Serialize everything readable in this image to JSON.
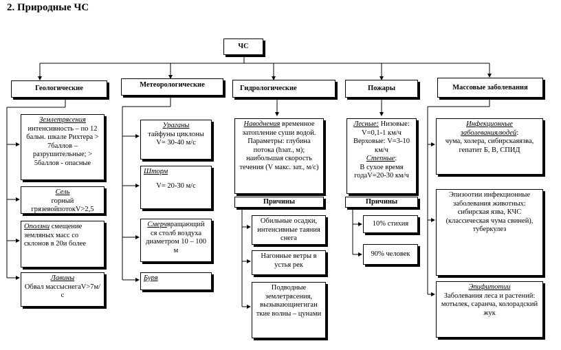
{
  "title": "2. Природные ЧС",
  "root": "ЧС",
  "categories": {
    "geo": "Геологические",
    "meteo": "Метеорологические",
    "hydro": "Гидрологические",
    "fire": "Пожары",
    "mass": "Массовые заболевания"
  },
  "geo": {
    "quake_title": "Землетрясения",
    "quake_text": "интенсивность – по 12 бальн. шкале Рихтера > 7баллов – разрушительные; > 5баллов - опасные",
    "sel_title": "Сель",
    "sel_text": "горный грязевойпотокV>2,5",
    "slide_title": "Оползни",
    "slide_text": "смещение земляных масс со склонов в 20и более",
    "aval_title": "Лавины",
    "aval_text": "Обвал массыснегаV>7м/с"
  },
  "meteo": {
    "hurricane_title": "Ураганы",
    "hurricane_text": "тайфуны циклоны V= 30-40 м/с",
    "storm_title": "Шторм",
    "storm_text": "V= 20-30 м/с",
    "tornado_title": "Смерч",
    "tornado_text": "вращающий ся столб воздуха диаметром 10 – 100 м",
    "buria_title": "Буря"
  },
  "hydro": {
    "flood_title": "Наводнения",
    "flood_text": "временное затопление суши водой. Параметры: глубина потока (hзат., м); наибольшая скорость течения (V макс. зат., м/с)",
    "causes": "Причины",
    "cause1": "Обильные осадки, интенсивные таяния снега",
    "cause2": "Нагонные ветры в устья рек",
    "cause3": "Подводные землетрясения, вызывающиегиган ткие волны – цунами"
  },
  "fire": {
    "forest_title": "Лесные:",
    "forest_text1": "Низовые: V=0,1-1 км/ч",
    "forest_text2": "Верховые: V=3-10 км/ч",
    "steppe_title": "Степные",
    "steppe_text": "В сухое время годаV=20-30 км/ч",
    "causes": "Причины",
    "cause1": "10% стихия",
    "cause2": "90% человек"
  },
  "mass": {
    "infect_title": "Инфекционные заболеваниялюдей",
    "infect_text": "чума, холера, сибирскаяязва, гепатит Б, В, СПИД",
    "epiz_text": "Эпизоотии инфекционные заболевания животных: сибирская язва, КЧС (классическая чума свиней), туберкулез",
    "epif_title": "Эпифитотии",
    "epif_text": "Заболевания леса и растений: мотылек, саранча, колорадский жук"
  }
}
